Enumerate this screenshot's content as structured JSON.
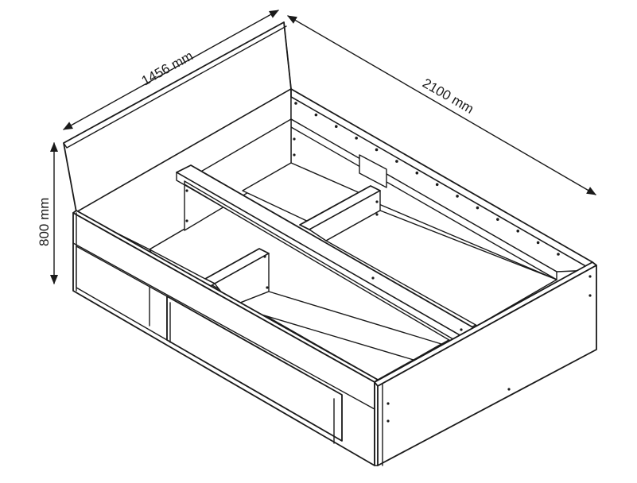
{
  "dimensions": {
    "width_label": "1456 mm",
    "length_label": "2100 mm",
    "height_label": "800 mm"
  },
  "colors": {
    "line": "#1a1a1a",
    "background": "#ffffff"
  }
}
